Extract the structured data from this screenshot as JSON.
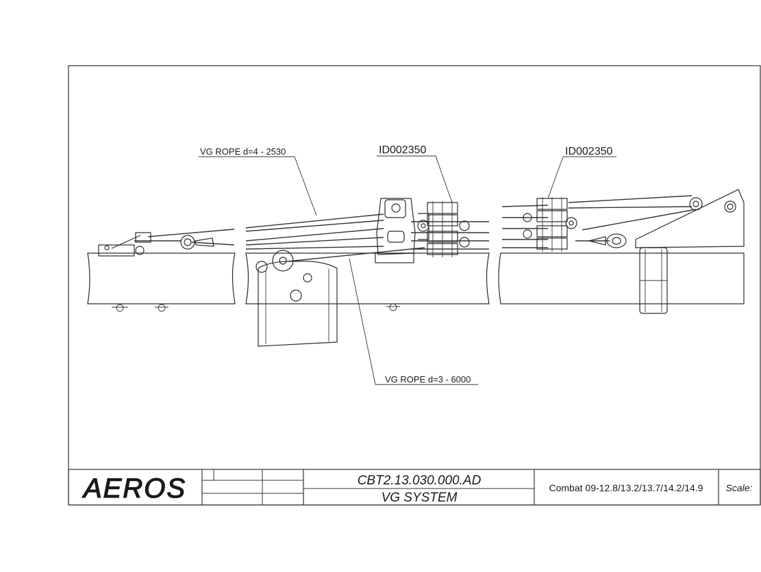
{
  "callouts": {
    "rope_upper": "VG ROPE d=4 - 2530",
    "rope_lower": "VG ROPE d=3 - 6000",
    "id_left": "ID002350",
    "id_right": "ID002350"
  },
  "title_block": {
    "logo": "AEROS",
    "drawing_number": "CBT2.13.030.000.AD",
    "drawing_title": "VG SYSTEM",
    "models": "Combat 09-12.8/13.2/13.7/14.2/14.9",
    "scale_label": "Scale:"
  },
  "colors": {
    "line": "#2a2a2a",
    "background": "#ffffff"
  }
}
